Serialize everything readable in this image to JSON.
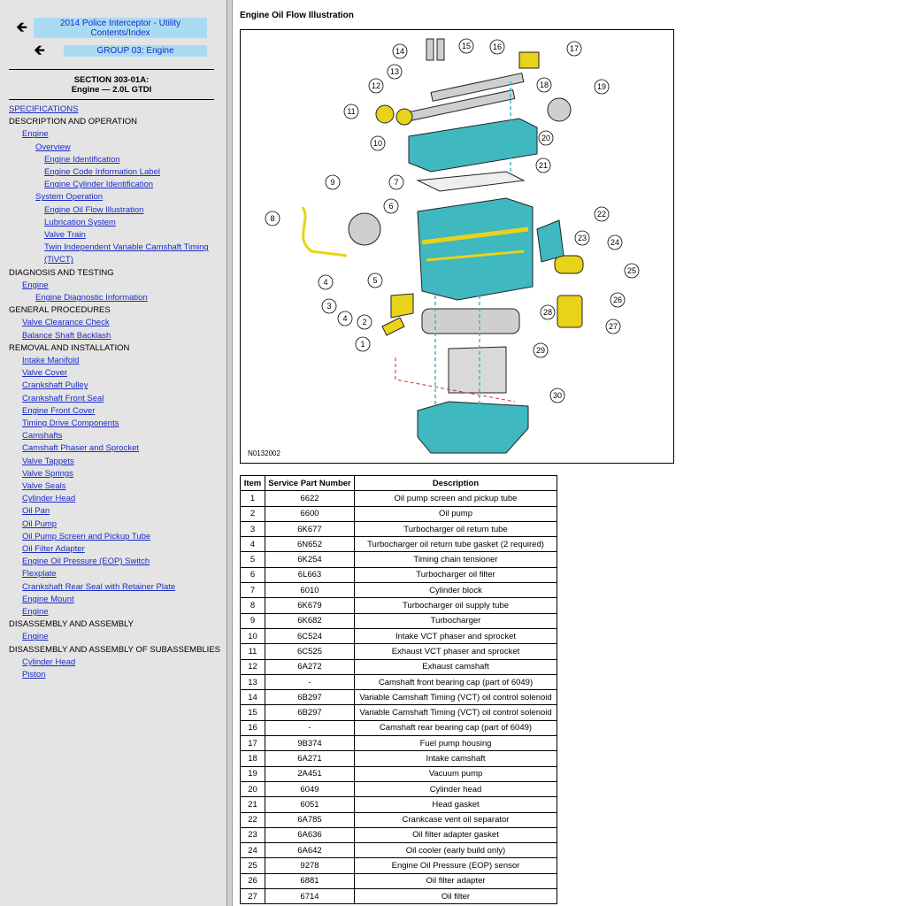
{
  "nav": {
    "top_title_line1": "2014 Police Interceptor - Utility",
    "top_title_line2": "Contents/Index",
    "group_title": "GROUP 03: Engine",
    "back_arrow_icon": "left-arrow-icon"
  },
  "section": {
    "line1": "SECTION 303-01A:",
    "line2": "Engine — 2.0L GTDI"
  },
  "toc": [
    {
      "label": "SPECIFICATIONS",
      "link": true,
      "indent": 0
    },
    {
      "label": "DESCRIPTION AND OPERATION",
      "link": false,
      "indent": 0
    },
    {
      "label": "Engine",
      "link": true,
      "indent": 1
    },
    {
      "label": "Overview",
      "link": true,
      "indent": 2
    },
    {
      "label": "Engine Identification",
      "link": true,
      "indent": 3
    },
    {
      "label": "Engine Code Information Label",
      "link": true,
      "indent": 3
    },
    {
      "label": "Engine Cylinder Identification",
      "link": true,
      "indent": 3
    },
    {
      "label": "System Operation",
      "link": true,
      "indent": 2
    },
    {
      "label": "Engine Oil Flow Illustration",
      "link": true,
      "indent": 3
    },
    {
      "label": "Lubrication System",
      "link": true,
      "indent": 3
    },
    {
      "label": "Valve Train",
      "link": true,
      "indent": 3
    },
    {
      "label": "Twin Independent Variable Camshaft Timing",
      "link": true,
      "indent": 3
    },
    {
      "label": "(TiVCT)",
      "link": true,
      "indent": 3
    },
    {
      "label": "DIAGNOSIS AND TESTING",
      "link": false,
      "indent": 0
    },
    {
      "label": "Engine",
      "link": true,
      "indent": 1
    },
    {
      "label": "Engine Diagnostic Information",
      "link": true,
      "indent": 2
    },
    {
      "label": "GENERAL PROCEDURES",
      "link": false,
      "indent": 0
    },
    {
      "label": "Valve Clearance Check",
      "link": true,
      "indent": 1
    },
    {
      "label": "Balance Shaft Backlash",
      "link": true,
      "indent": 1
    },
    {
      "label": "REMOVAL AND INSTALLATION",
      "link": false,
      "indent": 0
    },
    {
      "label": "Intake Manifold",
      "link": true,
      "indent": 1
    },
    {
      "label": "Valve Cover",
      "link": true,
      "indent": 1
    },
    {
      "label": "Crankshaft Pulley",
      "link": true,
      "indent": 1
    },
    {
      "label": "Crankshaft Front Seal",
      "link": true,
      "indent": 1
    },
    {
      "label": "Engine Front Cover",
      "link": true,
      "indent": 1
    },
    {
      "label": "Timing Drive Components",
      "link": true,
      "indent": 1
    },
    {
      "label": "Camshafts",
      "link": true,
      "indent": 1
    },
    {
      "label": "Camshaft Phaser and Sprocket",
      "link": true,
      "indent": 1
    },
    {
      "label": "Valve Tappets",
      "link": true,
      "indent": 1
    },
    {
      "label": "Valve Springs",
      "link": true,
      "indent": 1
    },
    {
      "label": "Valve Seals",
      "link": true,
      "indent": 1
    },
    {
      "label": "Cylinder Head",
      "link": true,
      "indent": 1
    },
    {
      "label": "Oil Pan",
      "link": true,
      "indent": 1
    },
    {
      "label": "Oil Pump",
      "link": true,
      "indent": 1
    },
    {
      "label": "Oil Pump Screen and Pickup Tube",
      "link": true,
      "indent": 1
    },
    {
      "label": "Oil Filter Adapter",
      "link": true,
      "indent": 1
    },
    {
      "label": "Engine Oil Pressure (EOP) Switch",
      "link": true,
      "indent": 1
    },
    {
      "label": "Flexplate",
      "link": true,
      "indent": 1
    },
    {
      "label": "Crankshaft Rear Seal with Retainer Plate",
      "link": true,
      "indent": 1
    },
    {
      "label": "Engine Mount",
      "link": true,
      "indent": 1
    },
    {
      "label": "Engine",
      "link": true,
      "indent": 1
    },
    {
      "label": "DISASSEMBLY AND ASSEMBLY",
      "link": false,
      "indent": 0
    },
    {
      "label": "Engine",
      "link": true,
      "indent": 1
    },
    {
      "label": "DISASSEMBLY AND ASSEMBLY OF SUBASSEMBLIES",
      "link": false,
      "indent": 0
    },
    {
      "label": "Cylinder Head",
      "link": true,
      "indent": 1
    },
    {
      "label": "Piston",
      "link": true,
      "indent": 1
    }
  ],
  "figure": {
    "title": "Engine Oil Flow Illustration",
    "code": "N0132002",
    "colors": {
      "oil_gallery": "#e8d21a",
      "casting": "#3fb8c0",
      "outline": "#222222",
      "flow_arrow": "#c0392b"
    },
    "callouts": [
      "1",
      "2",
      "3",
      "4",
      "4",
      "5",
      "6",
      "7",
      "8",
      "9",
      "10",
      "11",
      "12",
      "13",
      "14",
      "15",
      "16",
      "17",
      "18",
      "19",
      "20",
      "21",
      "22",
      "23",
      "24",
      "25",
      "26",
      "27",
      "28",
      "29",
      "30"
    ]
  },
  "table": {
    "headers": [
      "Item",
      "Service Part Number",
      "Description"
    ],
    "rows": [
      [
        "1",
        "6622",
        "Oil pump screen and pickup tube"
      ],
      [
        "2",
        "6600",
        "Oil pump"
      ],
      [
        "3",
        "6K677",
        "Turbocharger oil return tube"
      ],
      [
        "4",
        "6N652",
        "Turbocharger oil return tube gasket (2 required)"
      ],
      [
        "5",
        "6K254",
        "Timing chain tensioner"
      ],
      [
        "6",
        "6L663",
        "Turbocharger oil filter"
      ],
      [
        "7",
        "6010",
        "Cylinder block"
      ],
      [
        "8",
        "6K679",
        "Turbocharger oil supply tube"
      ],
      [
        "9",
        "6K682",
        "Turbocharger"
      ],
      [
        "10",
        "6C524",
        "Intake VCT phaser and sprocket"
      ],
      [
        "11",
        "6C525",
        "Exhaust VCT phaser and sprocket"
      ],
      [
        "12",
        "6A272",
        "Exhaust camshaft"
      ],
      [
        "13",
        "-",
        "Camshaft front bearing cap (part of 6049)"
      ],
      [
        "14",
        "6B297",
        "Variable Camshaft Timing (VCT) oil control solenoid"
      ],
      [
        "15",
        "6B297",
        "Variable Camshaft Timing (VCT) oil control solenoid"
      ],
      [
        "16",
        "-",
        "Camshaft rear bearing cap (part of 6049)"
      ],
      [
        "17",
        "9B374",
        "Fuel pump housing"
      ],
      [
        "18",
        "6A271",
        "Intake camshaft"
      ],
      [
        "19",
        "2A451",
        "Vacuum pump"
      ],
      [
        "20",
        "6049",
        "Cylinder head"
      ],
      [
        "21",
        "6051",
        "Head gasket"
      ],
      [
        "22",
        "6A785",
        "Crankcase vent oil separator"
      ],
      [
        "23",
        "6A636",
        "Oil filter adapter gasket"
      ],
      [
        "24",
        "6A642",
        "Oil cooler (early build only)"
      ],
      [
        "25",
        "9278",
        "Engine Oil Pressure (EOP) sensor"
      ],
      [
        "26",
        "6881",
        "Oil filter adapter"
      ],
      [
        "27",
        "6714",
        "Oil filter"
      ]
    ]
  }
}
